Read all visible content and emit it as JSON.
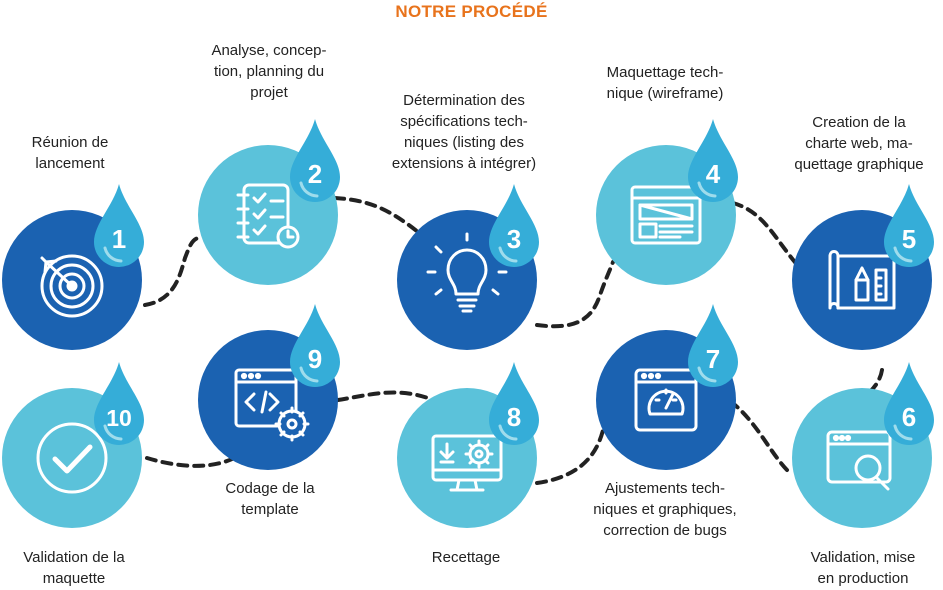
{
  "title": "NOTRE PROCÉDÉ",
  "colors": {
    "title": "#E8731C",
    "dark_blue": "#1B62B1",
    "light_blue": "#5BC2DA",
    "drop": "#35ADD8",
    "connector": "#222222"
  },
  "steps": [
    {
      "number": "1",
      "label": "Réunion de\nlancement",
      "icon": "target-icon",
      "shade": "dark"
    },
    {
      "number": "2",
      "label": "Analyse, concep-\ntion, planning du\nprojet",
      "icon": "checklist-icon",
      "shade": "light"
    },
    {
      "number": "3",
      "label": "Détermination des\nspécifications tech-\nniques (listing des\nextensions à intégrer)",
      "icon": "lightbulb-icon",
      "shade": "dark"
    },
    {
      "number": "4",
      "label": "Maquettage tech-\nnique (wireframe)",
      "icon": "wireframe-icon",
      "shade": "light"
    },
    {
      "number": "5",
      "label": "Creation de la\ncharte web, ma-\nquettage graphique",
      "icon": "blueprint-icon",
      "shade": "dark"
    },
    {
      "number": "6",
      "label": "Validation, mise\nen production",
      "icon": "browser-search-icon",
      "shade": "light"
    },
    {
      "number": "7",
      "label": "Ajustements tech-\nniques et graphiques,\ncorrection de bugs",
      "icon": "speedometer-window-icon",
      "shade": "dark"
    },
    {
      "number": "8",
      "label": "Recettage",
      "icon": "monitor-settings-icon",
      "shade": "light"
    },
    {
      "number": "9",
      "label": "Codage de la\ntemplate",
      "icon": "code-window-icon",
      "shade": "dark"
    },
    {
      "number": "10",
      "label": "Validation de la\nmaquette",
      "icon": "checkmark-icon",
      "shade": "light"
    }
  ]
}
